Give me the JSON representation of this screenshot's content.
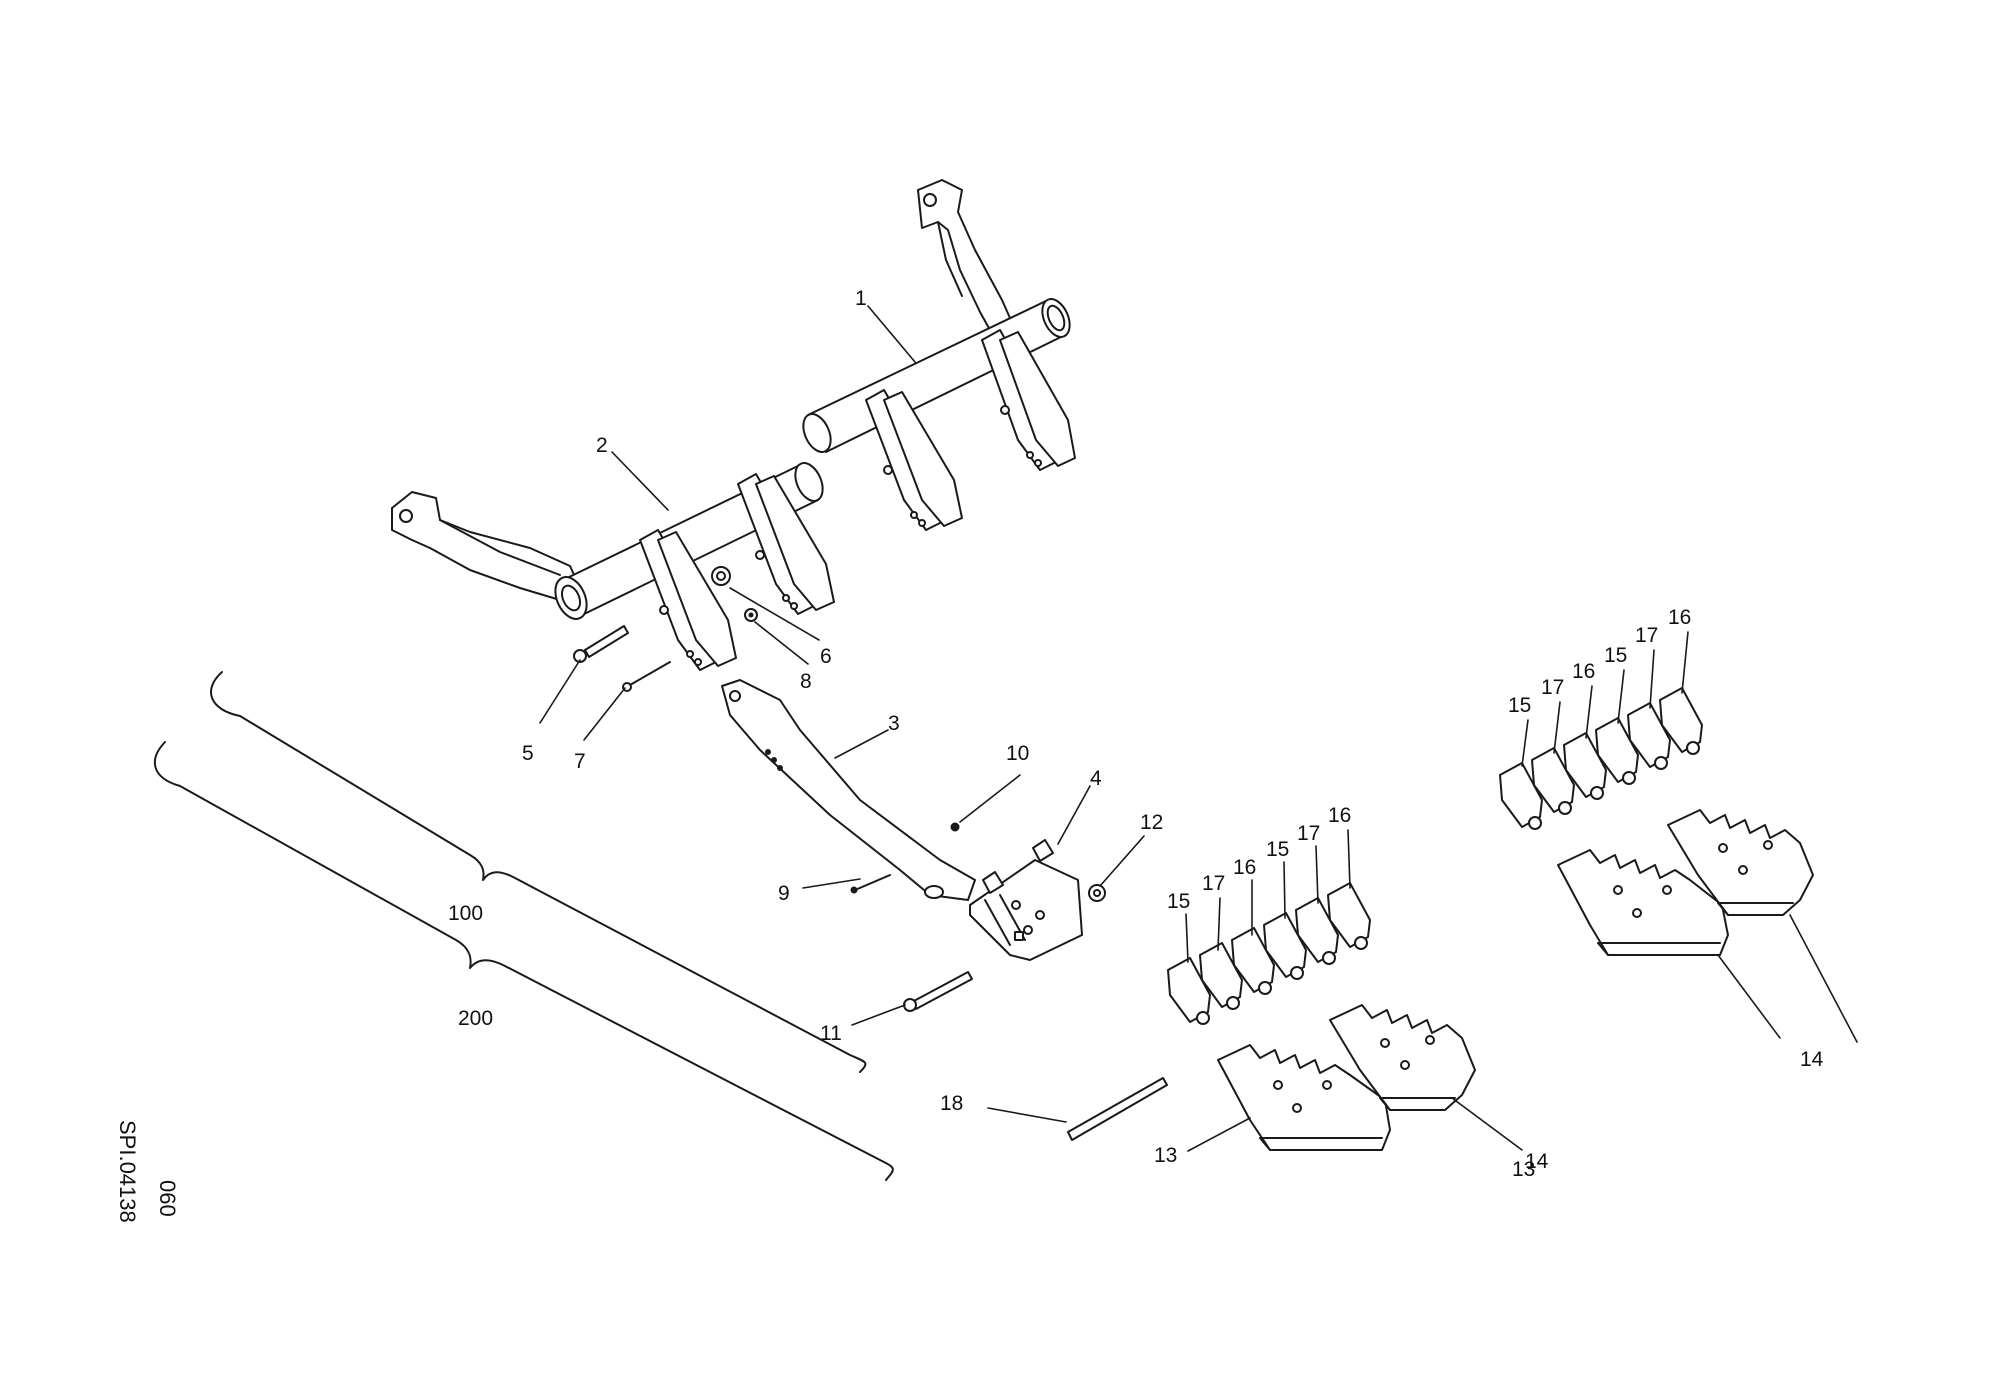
{
  "callouts": {
    "c1": "1",
    "c2": "2",
    "c3": "3",
    "c4": "4",
    "c5": "5",
    "c6": "6",
    "c7": "7",
    "c8": "8",
    "c9": "9",
    "c10": "10",
    "c11": "11",
    "c12": "12",
    "c13a": "13",
    "c13b": "13",
    "c14a": "14",
    "c14b": "14",
    "c15a": "15",
    "c15b": "15",
    "c15c": "15",
    "c15d": "15",
    "c16a": "16",
    "c16b": "16",
    "c16c": "16",
    "c16d": "16",
    "c17a": "17",
    "c17b": "17",
    "c17c": "17",
    "c17d": "17",
    "c18": "18"
  },
  "groups": {
    "g100": "100",
    "g200": "200"
  },
  "drawing_code": {
    "ref": "SPI.04138",
    "sheet": "060"
  }
}
